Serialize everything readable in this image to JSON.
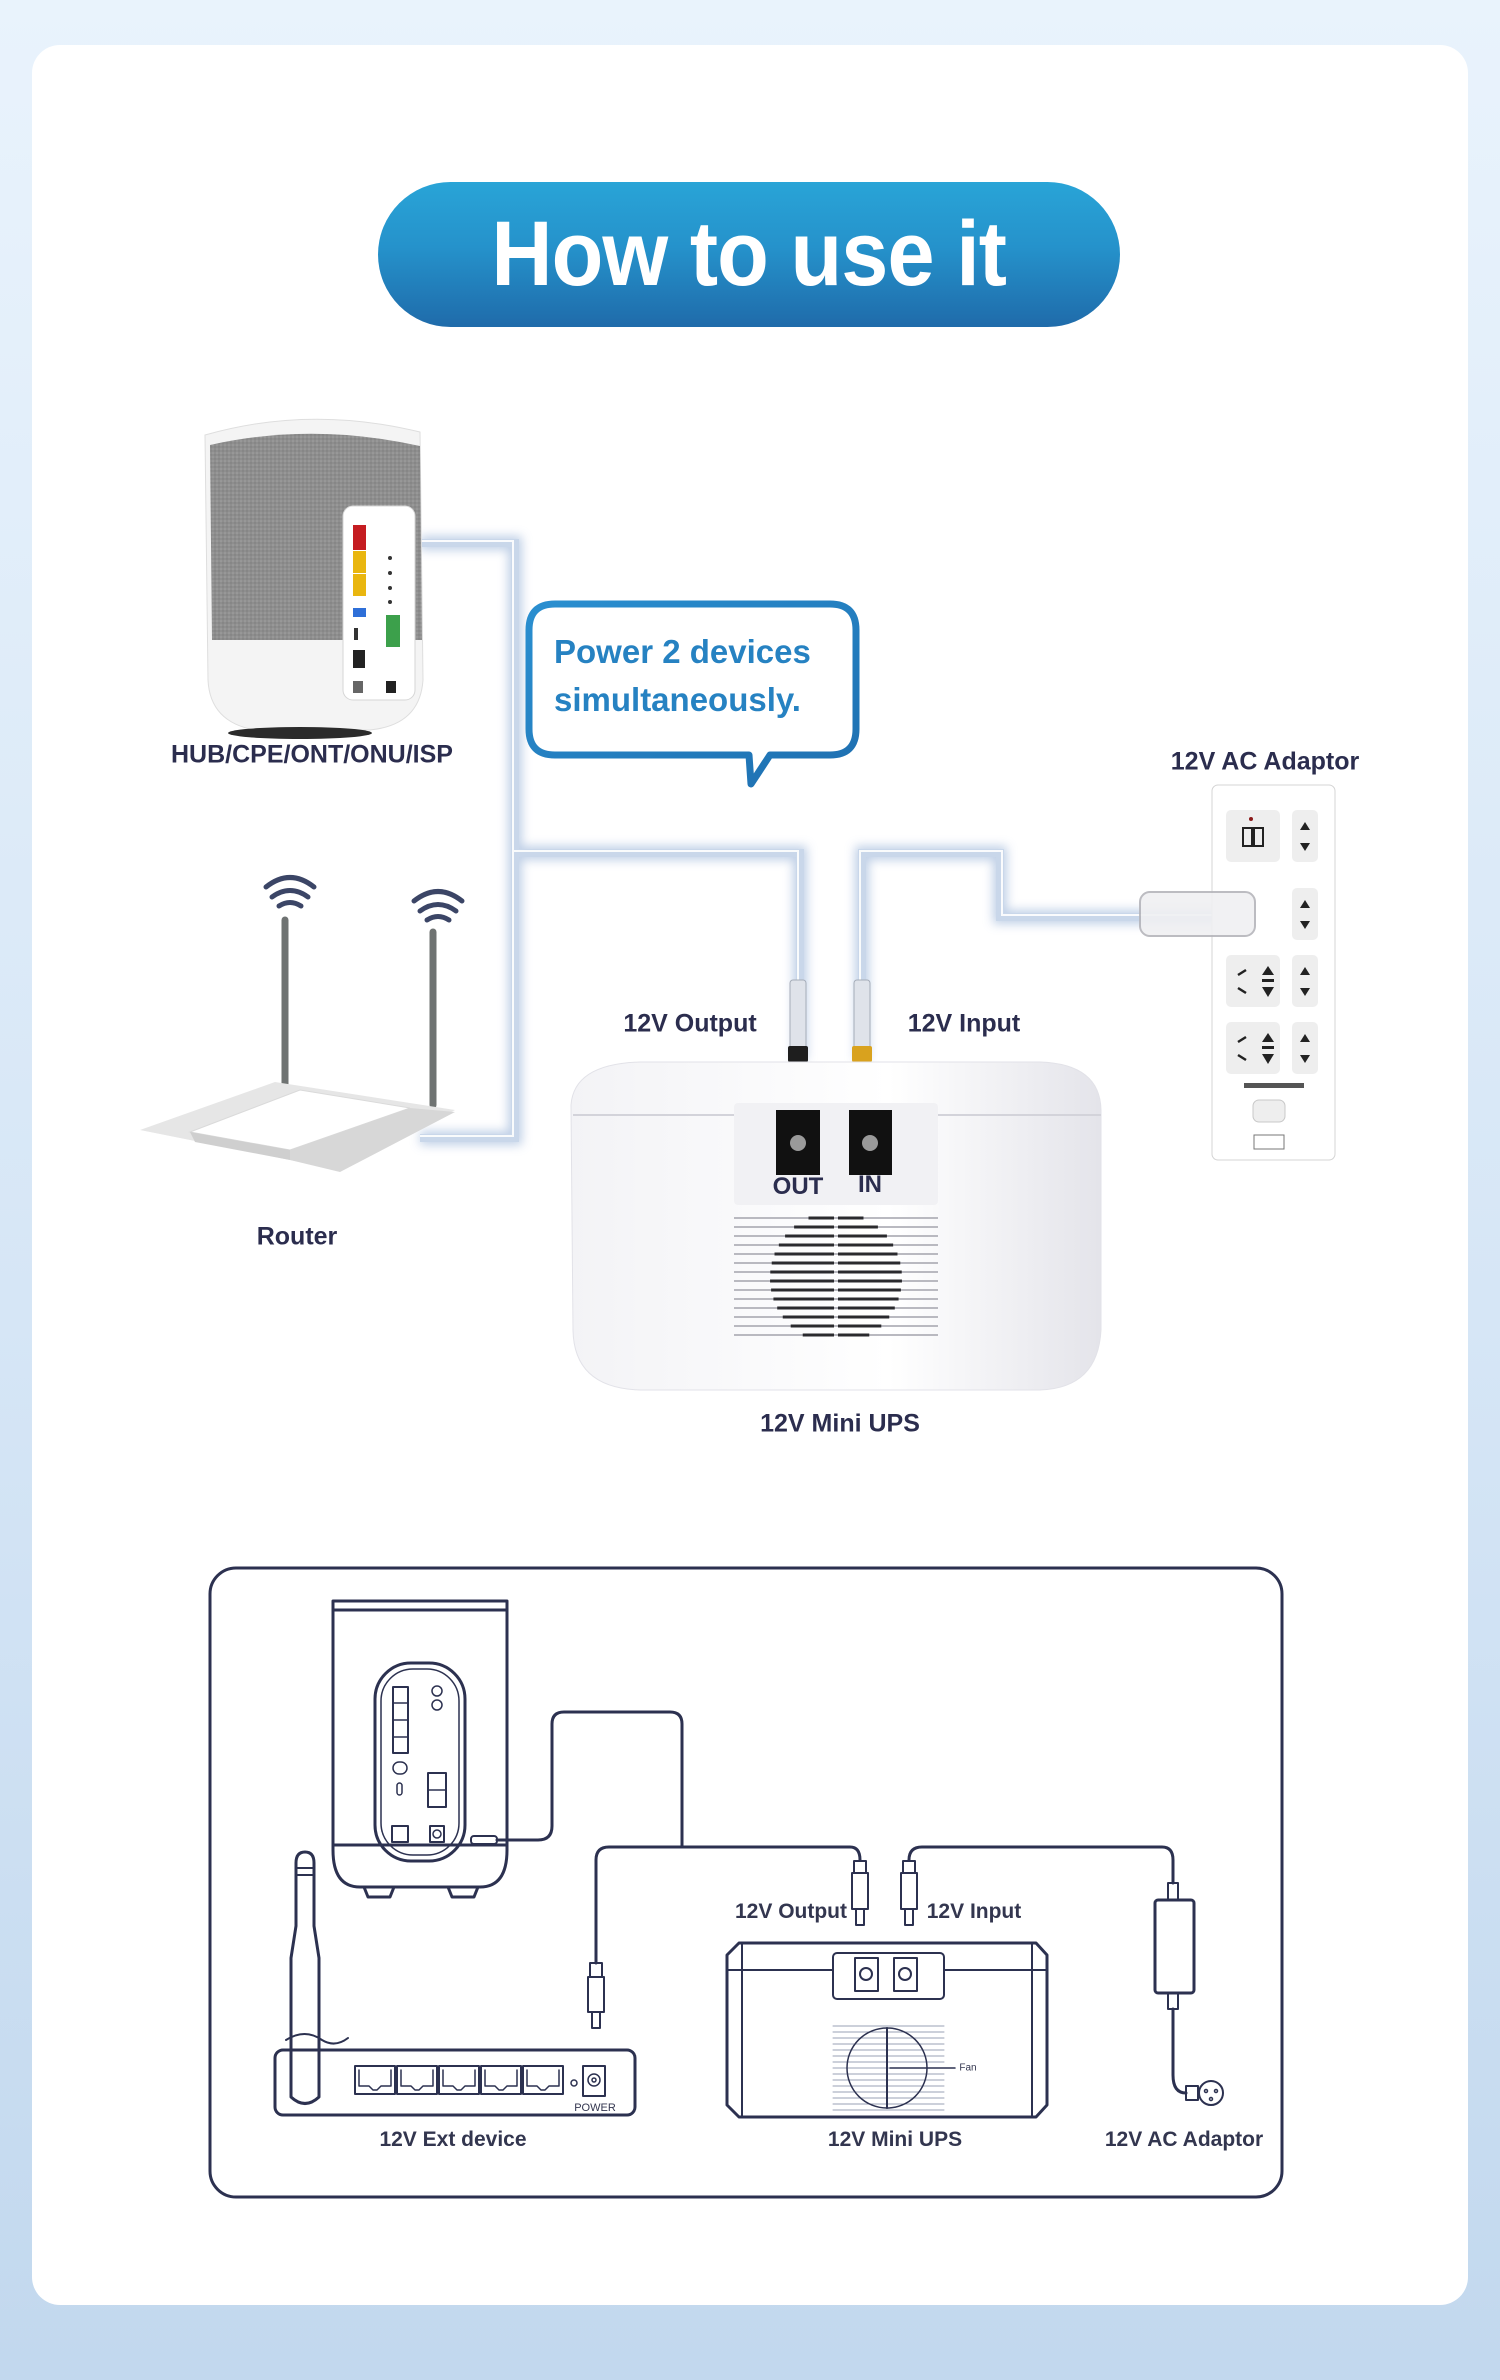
{
  "title": "How to use it",
  "callout": {
    "line1": "Power 2 devices",
    "line2": "simultaneously."
  },
  "photo_diagram": {
    "devices": [
      {
        "id": "hub",
        "label": "HUB/CPE/ONT/ONU/ISP",
        "icon": "gateway-hub-icon"
      },
      {
        "id": "router",
        "label": "Router",
        "icon": "wifi-router-icon"
      },
      {
        "id": "ups",
        "label": "12V Mini UPS",
        "icon": "mini-ups-icon"
      },
      {
        "id": "adaptor",
        "label": "12V AC Adaptor",
        "icon": "power-strip-icon"
      }
    ],
    "port_labels": {
      "output": "12V Output",
      "input": "12V Input"
    },
    "ups_ports": {
      "out": "OUT",
      "in": "IN"
    }
  },
  "line_diagram": {
    "devices": [
      {
        "id": "ext",
        "label": "12V Ext device",
        "icon": "ethernet-switch-icon"
      },
      {
        "id": "ups",
        "label": "12V Mini UPS",
        "icon": "mini-ups-icon"
      },
      {
        "id": "adaptor",
        "label": "12V AC Adaptor",
        "icon": "ac-adaptor-icon"
      }
    ],
    "port_labels": {
      "output": "12V Output",
      "input": "12V Input"
    },
    "power_port_label": "POWER",
    "fan_label": "Fan"
  },
  "colors": {
    "accent_blue": "#2592cb",
    "callout_text": "#2682c2",
    "label_text": "#2b2d4e",
    "line_art": "#2c3150"
  }
}
